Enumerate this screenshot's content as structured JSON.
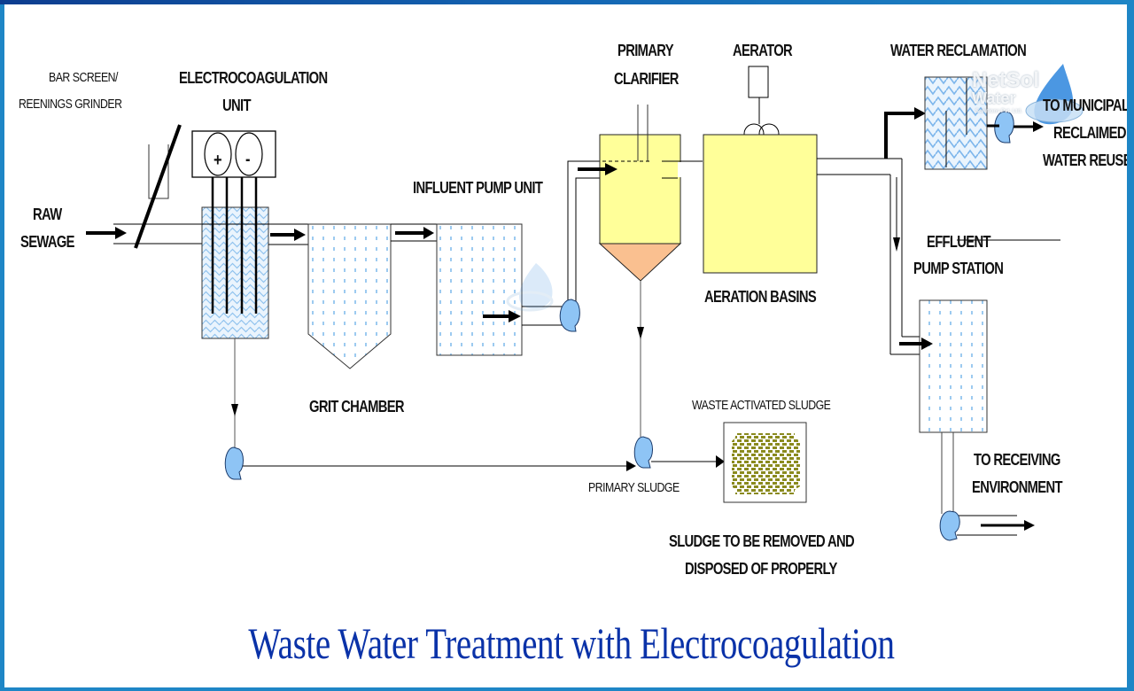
{
  "title": "Waste Water Treatment with Electrocoagulation",
  "watermark": {
    "brand_line1": "NetSol",
    "brand_line2": "Water",
    "tagline": "Solutions Pvt. Ltd."
  },
  "colors": {
    "frame_blue": "#1e86c6",
    "title_blue": "#0a32a8",
    "clarifier_yellow": "#ffff99",
    "sludge_cone_orange": "#fac090",
    "pump_blue": "#8ec4f5",
    "water_pattern_blue": "#9ccaf0",
    "sludge_pattern_olive": "#8a8a1e"
  },
  "labels": {
    "bar_screen_1": "BAR SCREEN/",
    "bar_screen_2": "REENINGS GRINDER",
    "electro_1": "ELECTROCOAGULATION",
    "electro_2": "UNIT",
    "plus_sign": "+",
    "minus_sign": "-",
    "raw_1": "RAW",
    "raw_2": "SEWAGE",
    "influent_pump": "INFLUENT PUMP UNIT",
    "grit_chamber": "GRIT CHAMBER",
    "primary_clarifier_1": "PRIMARY",
    "primary_clarifier_2": "CLARIFIER",
    "aerator": "AERATOR",
    "aeration_basins": "AERATION BASINS",
    "water_reclamation": "WATER RECLAMATION",
    "municipal_1": "TO MUNICIPAL",
    "municipal_2": "RECLAIMED",
    "municipal_3": "WATER REUSE",
    "effluent_1": "EFFLUENT",
    "effluent_2": "PUMP STATION",
    "receiving_1": "TO RECEIVING",
    "receiving_2": "ENVIRONMENT",
    "waste_activated_sludge": "WASTE ACTIVATED SLUDGE",
    "primary_sludge": "PRIMARY SLUDGE",
    "sludge_removed_1": "SLUDGE TO BE REMOVED AND",
    "sludge_removed_2": "DISPOSED OF PROPERLY"
  }
}
